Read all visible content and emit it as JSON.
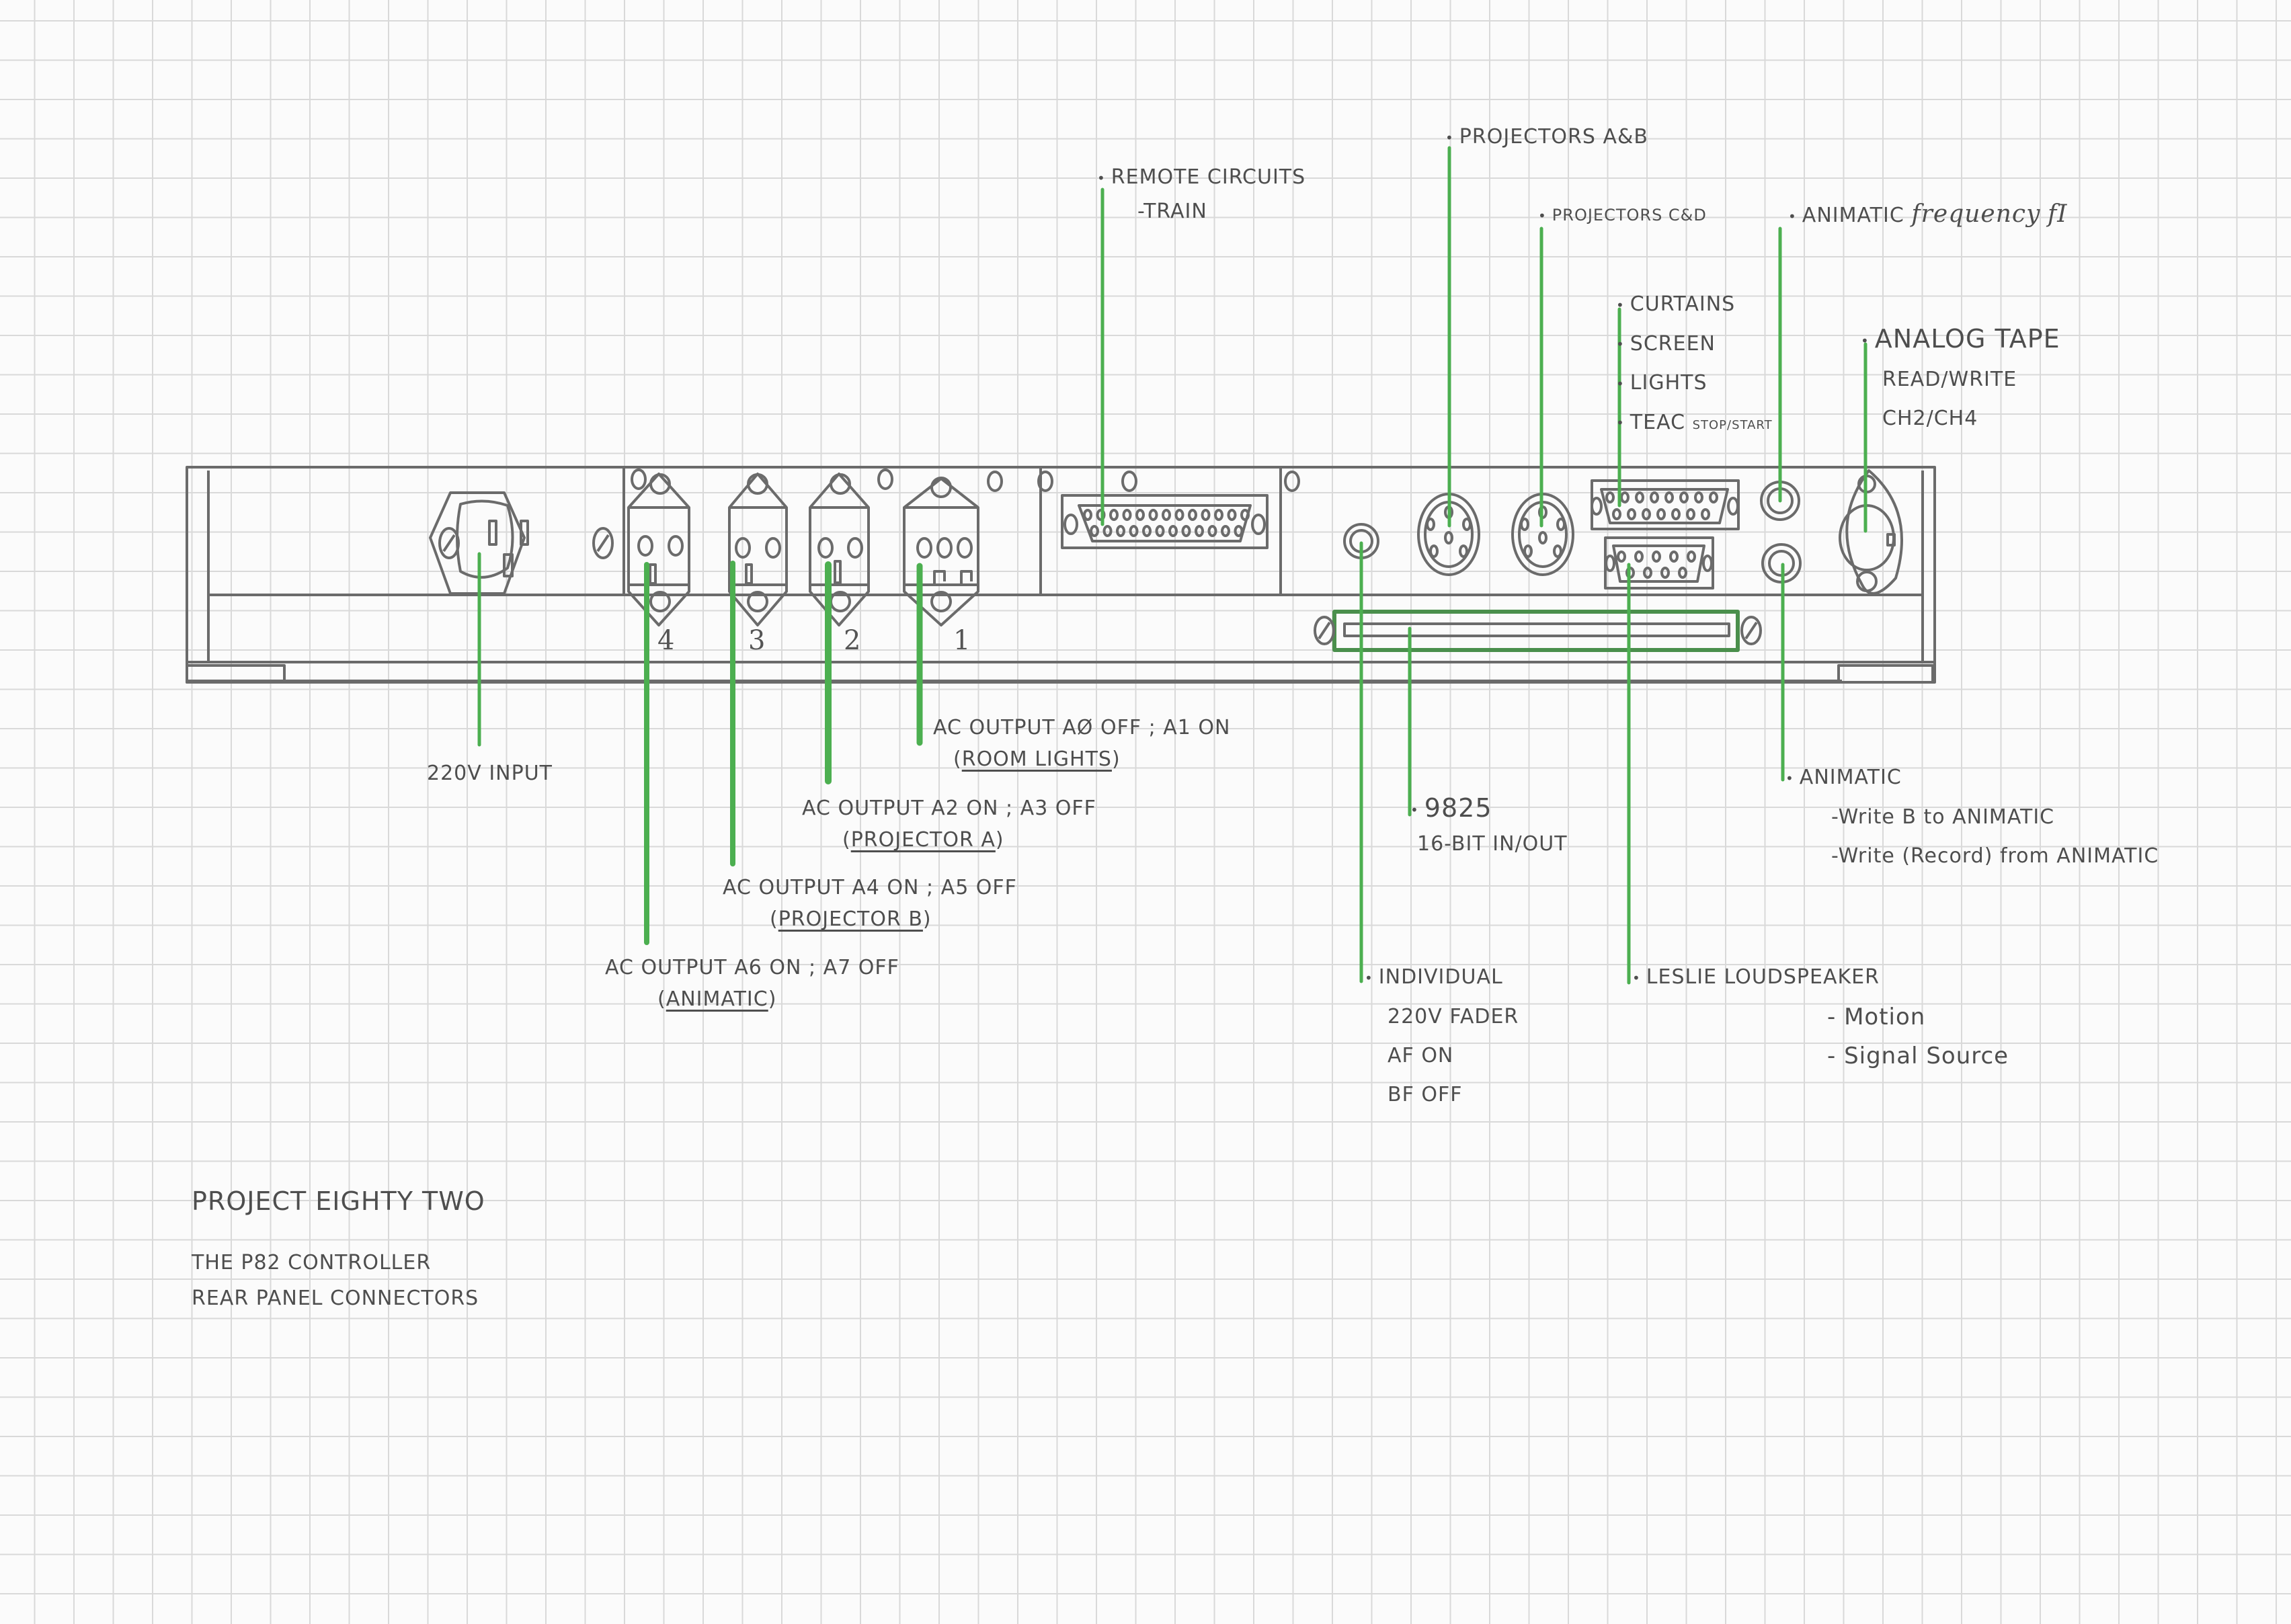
{
  "title_block": {
    "project": "Project Eighty Two",
    "subtitle_line1": "The P82 Controller",
    "subtitle_line2": "Rear panel connectors"
  },
  "colors": {
    "pencil": "#6b6b6b",
    "leader_green": "#4caf50",
    "grid": "#d9d9d9",
    "paper": "#fbfbfb"
  },
  "socket_numbers": [
    "4",
    "3",
    "2",
    "1"
  ],
  "labels": {
    "power_input": "220V INPUT",
    "ac1": {
      "line": "AC OUTPUT  AØ off ; A1 on",
      "sub": "ROOM LIGHTS"
    },
    "ac2": {
      "line": "AC OUTPUT  A2 on ; A3 off",
      "sub": "PROJECTOR A"
    },
    "ac3": {
      "line": "AC OUTPUT  A4 on ; A5 off",
      "sub": "PROJECTOR B"
    },
    "ac4": {
      "line": "AC OUTPUT  A6 on ; A7 off",
      "sub": "ANIMATIC"
    },
    "remote": {
      "title": "REMOTE CIRCUITS",
      "sub": "-TRAIN"
    },
    "proj_ab": "PROJECTORS A&B",
    "proj_cd": "PROJECTORS C&D",
    "control_list": [
      "CURTAINS",
      "SCREEN",
      "LIGHTS",
      "TEAC"
    ],
    "teac_suffix": "stop/start",
    "animatic_freq": {
      "text": "ANIMATIC",
      "script": "frequency",
      "symbol": "fI"
    },
    "analog_tape": [
      "ANALOG TAPE",
      "READ/WRITE",
      "CH2/CH4"
    ],
    "hp9825": {
      "title": "9825",
      "sub": "16-BIT IN/OUT"
    },
    "animatic_rw": {
      "title": "ANIMATIC",
      "items": [
        "-Write B to ANIMATIC",
        "-Write (Record) from ANIMATIC"
      ]
    },
    "fader": [
      "INDIVIDUAL",
      "220V FADER",
      "AF on",
      "BF off"
    ],
    "leslie": {
      "title": "LESLIE LOUDSPEAKER",
      "items": [
        "- Motion",
        "- Signal Source"
      ]
    }
  }
}
